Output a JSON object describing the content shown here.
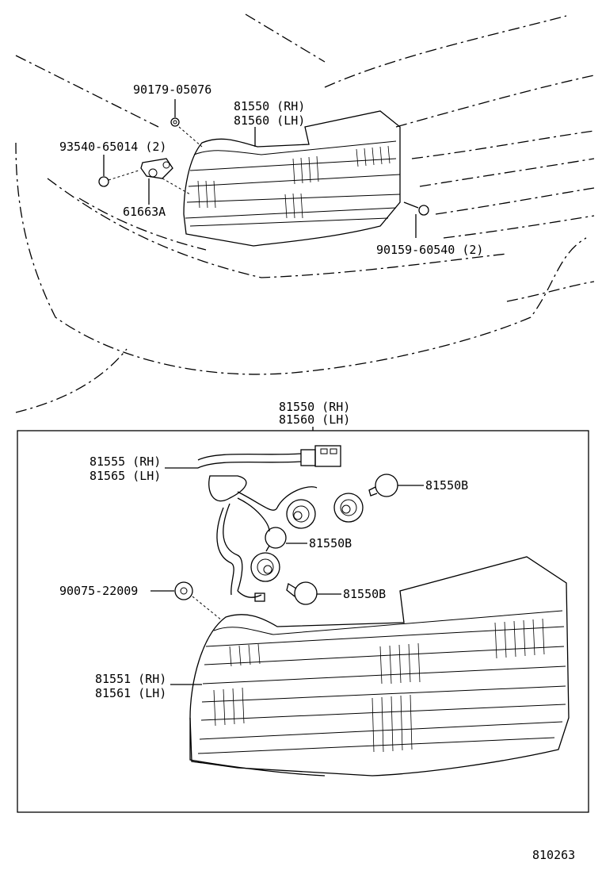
{
  "diagram_code": "810263",
  "top": {
    "screw_small": "90179-05076",
    "lamp_rh": "81550 (RH)",
    "lamp_lh": "81560 (LH)",
    "clip": "93540-65014 (2)",
    "bracket": "61663A",
    "bolt": "90159-60540 (2)"
  },
  "detail": {
    "title_rh": "81550 (RH)",
    "title_lh": "81560 (LH)",
    "wire_rh": "81555 (RH)",
    "wire_lh": "81565 (LH)",
    "bulb_1": "81550B",
    "bulb_2": "81550B",
    "bulb_3": "81550B",
    "gasket": "90075-22009",
    "lens_rh": "81551 (RH)",
    "lens_lh": "81561 (LH)"
  }
}
